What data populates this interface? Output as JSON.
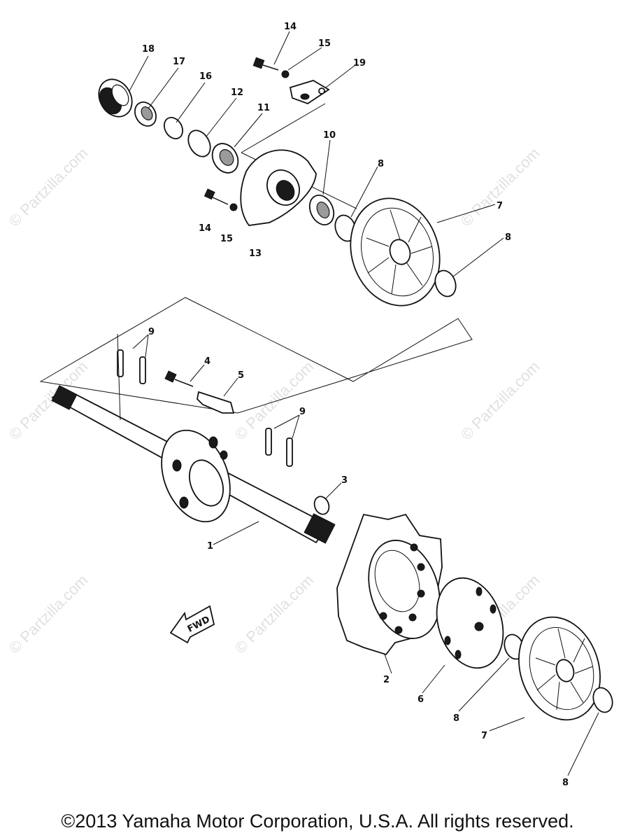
{
  "watermark": "© Partzilla.com",
  "copyright": "©2013 Yamaha Motor Corporation, U.S.A. All rights reserved.",
  "fwd_label": "FWD",
  "callouts": {
    "c1": "1",
    "c2": "2",
    "c3": "3",
    "c4": "4",
    "c5": "5",
    "c6": "6",
    "c7a": "7",
    "c7b": "7",
    "c8a": "8",
    "c8b": "8",
    "c8c": "8",
    "c8d": "8",
    "c9a": "9",
    "c9b": "9",
    "c10": "10",
    "c11": "11",
    "c12": "12",
    "c13": "13",
    "c14a": "14",
    "c14b": "14",
    "c15a": "15",
    "c15b": "15",
    "c16": "16",
    "c17": "17",
    "c18": "18",
    "c19": "19"
  }
}
